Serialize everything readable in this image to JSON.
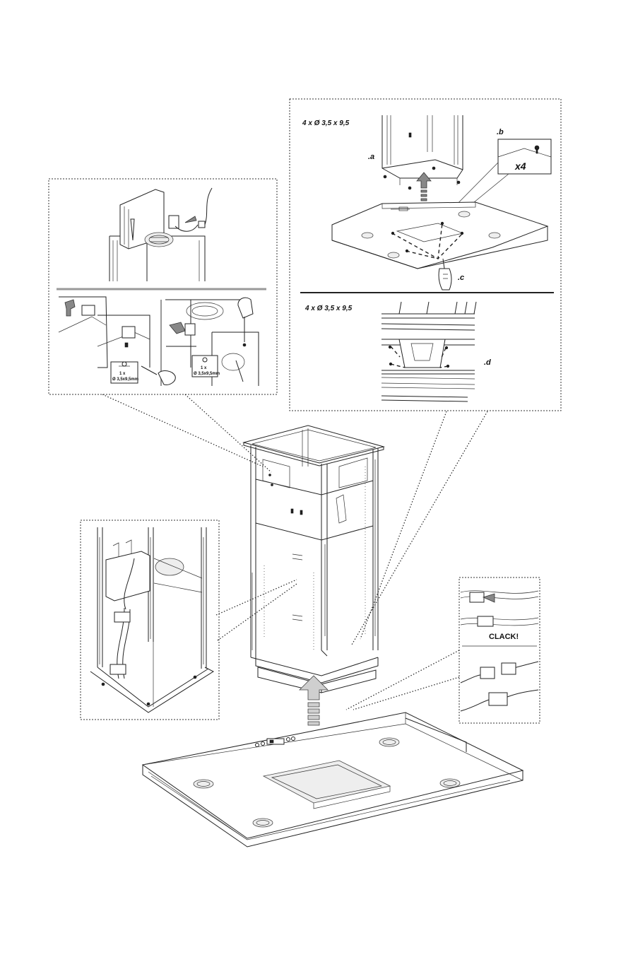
{
  "labels": {
    "screw_spec_top": "4 x Ø 3,5 x 9,5",
    "screw_spec_mid": "4 x Ø 3,5 x 9,5",
    "step_a": ".a",
    "step_b": ".b",
    "step_c": ".c",
    "step_d": ".d",
    "qty_x4": "x4",
    "clack": "CLACK!",
    "screw_left_qty": "1 x",
    "screw_left_size": "Ø 3,5x9,5mm",
    "screw_right_qty": "1 x",
    "screw_right_size": "Ø 3,5x9,5mm"
  }
}
